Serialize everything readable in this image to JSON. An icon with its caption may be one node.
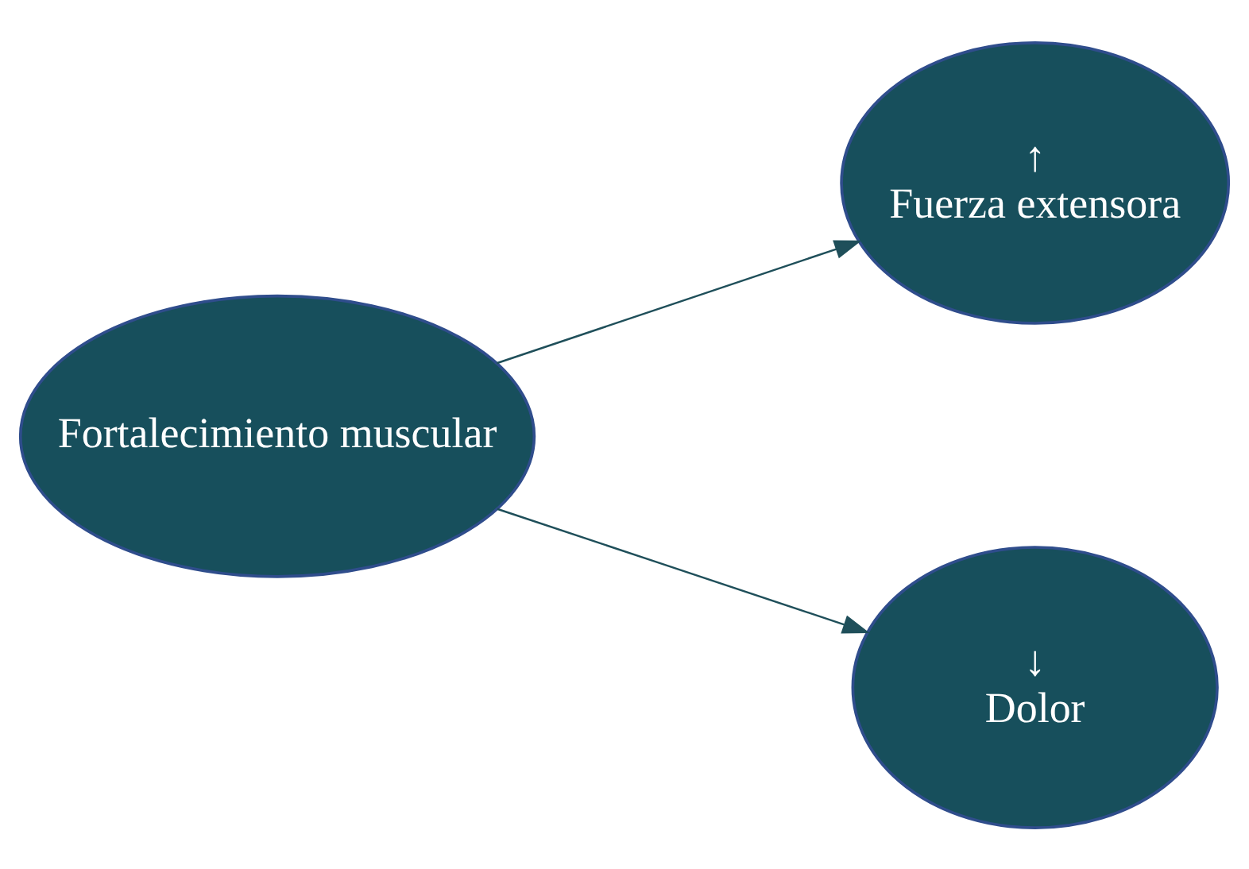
{
  "diagram": {
    "nodes": [
      {
        "text": [
          "Fortalecimiento muscular"
        ]
      },
      {
        "text": [
          "↑",
          "Fuerza extensora"
        ]
      },
      {
        "text": [
          "↓",
          "Dolor"
        ]
      }
    ],
    "edges": [
      {
        "from": 0,
        "to": 1,
        "arrow": "to"
      },
      {
        "from": 0,
        "to": 2,
        "arrow": "to"
      }
    ]
  }
}
